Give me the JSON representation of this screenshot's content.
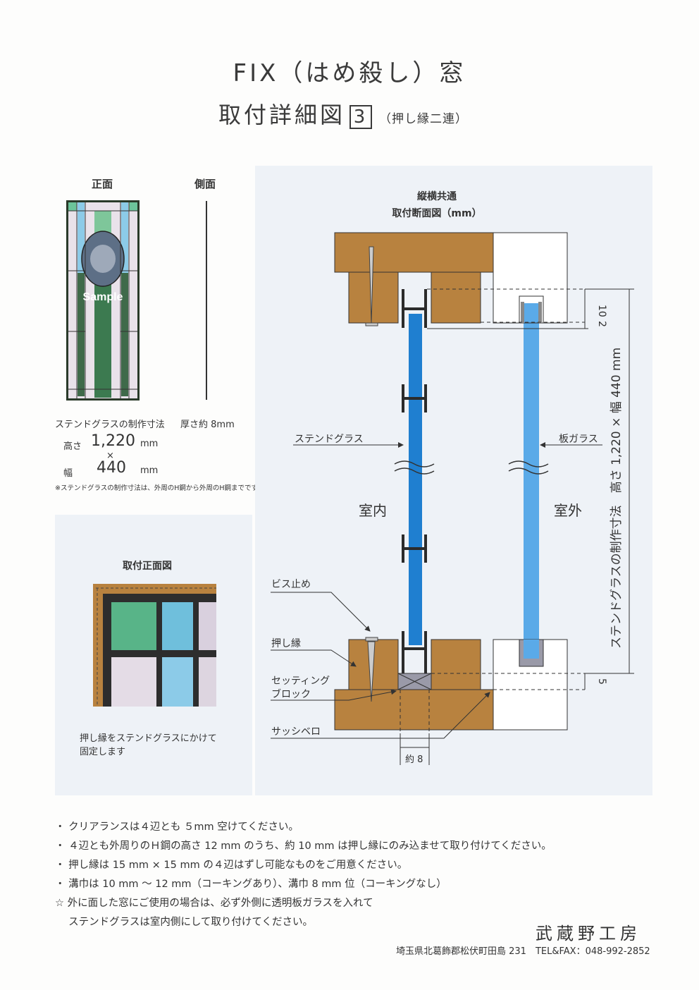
{
  "title": {
    "line1": "FIX（はめ殺し）窓",
    "line2": "取付詳細図",
    "number": "3",
    "variant": "（押し縁二連）"
  },
  "front_view": {
    "label": "正面",
    "watermark": "Sample"
  },
  "side_view": {
    "label": "側面"
  },
  "dimensions": {
    "heading": "ステンドグラスの制作寸法",
    "thickness": "厚さ約 8mm",
    "height_label": "高さ",
    "height_value": "1,220",
    "height_unit": "mm",
    "times": "×",
    "width_label": "幅",
    "width_value": "440",
    "width_unit": "mm",
    "note": "※ステンドグラスの制作寸法は、外周のH鋼から外周のH鋼までです。"
  },
  "install_front": {
    "heading": "取付正面図",
    "caption_line1": "押し縁をステンドグラスにかけて",
    "caption_line2": "固定します"
  },
  "section": {
    "heading_line1": "縦横共通",
    "heading_line2": "取付断面図（mm）",
    "stained_glass": "ステンドグラス",
    "plate_glass": "板ガラス",
    "indoor": "室内",
    "outdoor": "室外",
    "screw": "ビス止め",
    "stop_bead": "押し縁",
    "setting_block_line1": "セッティング",
    "setting_block_line2": "ブロック",
    "sash": "サッシベロ",
    "dim_10": "10",
    "dim_2": "2",
    "dim_5": "5",
    "dim_8": "約 8",
    "vertical_dim": "ステンドグラスの制作寸法　高さ 1,220 × 幅 440 mm"
  },
  "colors": {
    "wood": "#b8823f",
    "glass_stained": "#1f7fd0",
    "glass_plate": "#5aaae8",
    "panel": "#eef2f7",
    "steel": "#2b2b2b",
    "block": "#9a9aa8"
  },
  "notes": [
    "・ クリアランスは４辺とも ５mm 空けてください。",
    "・ ４辺とも外周りのＨ鋼の高さ 12 mm のうち、約 10 mm は押し縁にのみ込ませて取り付けてください。",
    "・ 押し縁は 15 mm × 15 mm の４辺はずし可能なものをご用意ください。",
    "・ 溝巾は 10 mm ～ 12 mm（コーキングあり）、溝巾 8 mm 位（コーキングなし）",
    "☆ 外に面した窓にご使用の場合は、必ず外側に透明板ガラスを入れて",
    "　 ステンドグラスは室内側にして取り付けてください。"
  ],
  "company": {
    "name": "武蔵野工房",
    "address": "埼玉県北葛飾郡松伏町田島 231　TEL&FAX：048-992-2852"
  }
}
